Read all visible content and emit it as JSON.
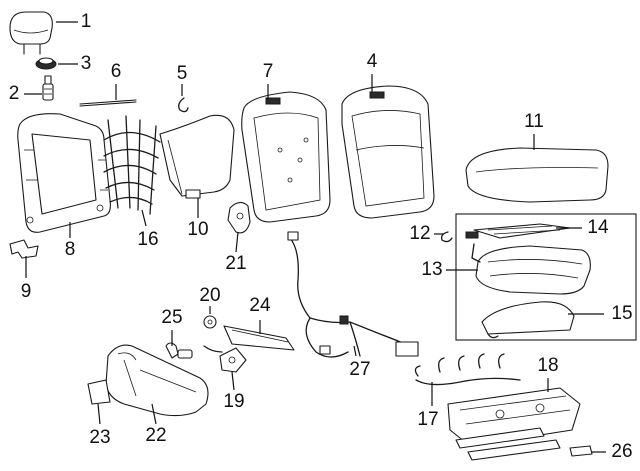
{
  "callouts": [
    {
      "id": "1",
      "label": "1"
    },
    {
      "id": "2",
      "label": "2"
    },
    {
      "id": "3",
      "label": "3"
    },
    {
      "id": "4",
      "label": "4"
    },
    {
      "id": "5",
      "label": "5"
    },
    {
      "id": "6",
      "label": "6"
    },
    {
      "id": "7",
      "label": "7"
    },
    {
      "id": "8",
      "label": "8"
    },
    {
      "id": "9",
      "label": "9"
    },
    {
      "id": "10",
      "label": "10"
    },
    {
      "id": "11",
      "label": "11"
    },
    {
      "id": "12",
      "label": "12"
    },
    {
      "id": "13",
      "label": "13"
    },
    {
      "id": "14",
      "label": "14"
    },
    {
      "id": "15",
      "label": "15"
    },
    {
      "id": "16",
      "label": "16"
    },
    {
      "id": "17",
      "label": "17"
    },
    {
      "id": "18",
      "label": "18"
    },
    {
      "id": "19",
      "label": "19"
    },
    {
      "id": "20",
      "label": "20"
    },
    {
      "id": "21",
      "label": "21"
    },
    {
      "id": "22",
      "label": "22"
    },
    {
      "id": "23",
      "label": "23"
    },
    {
      "id": "24",
      "label": "24"
    },
    {
      "id": "25",
      "label": "25"
    },
    {
      "id": "26",
      "label": "26"
    },
    {
      "id": "27",
      "label": "27"
    }
  ],
  "colors": {
    "ink": "#111111",
    "background": "#ffffff"
  }
}
